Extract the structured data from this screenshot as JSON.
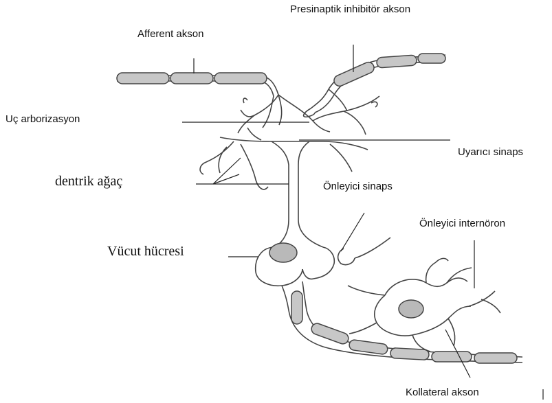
{
  "labels": {
    "presynaptic_inhibitory_axon": "Presinaptik inhibitör akson",
    "afferent_axon": "Afferent akson",
    "terminal_arborization": "Uç arborizasyon",
    "excitatory_synapse": "Uyarıcı sinaps",
    "dendritic_tree": "dentrik ağaç",
    "inhibitory_synapse": "Önleyici sinaps",
    "inhibitory_interneuron": "Önleyici internöron",
    "cell_body": "Vücut hücresi",
    "collateral_axon": "Kollateral akson"
  },
  "colors": {
    "outline": "#444444",
    "myelin": "#c7c7c7",
    "nucleus": "#b9b9b9",
    "leader": "#222222"
  }
}
